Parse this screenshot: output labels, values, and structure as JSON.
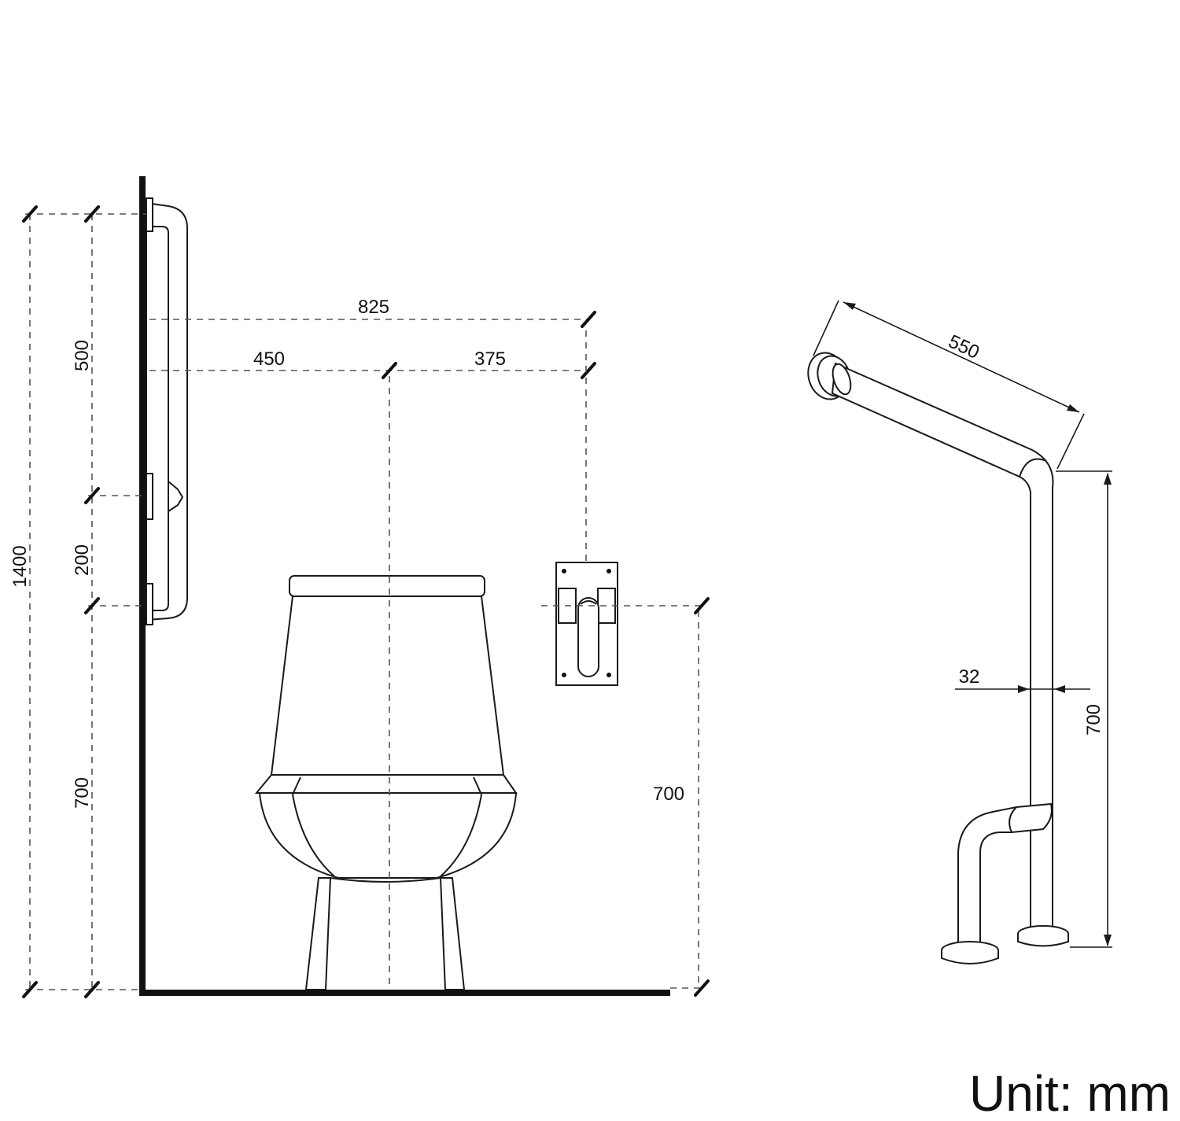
{
  "dimensions": {
    "overall_height": "1400",
    "upper_bar": "500",
    "middle_gap": "200",
    "lower_height": "700",
    "reach_total": "825",
    "reach_to_center": "450",
    "center_to_rail": "375",
    "rail_height": "700",
    "arm_length": "550",
    "tube_diameter": "32",
    "stand_height": "700"
  },
  "unit_label": "Unit: mm"
}
